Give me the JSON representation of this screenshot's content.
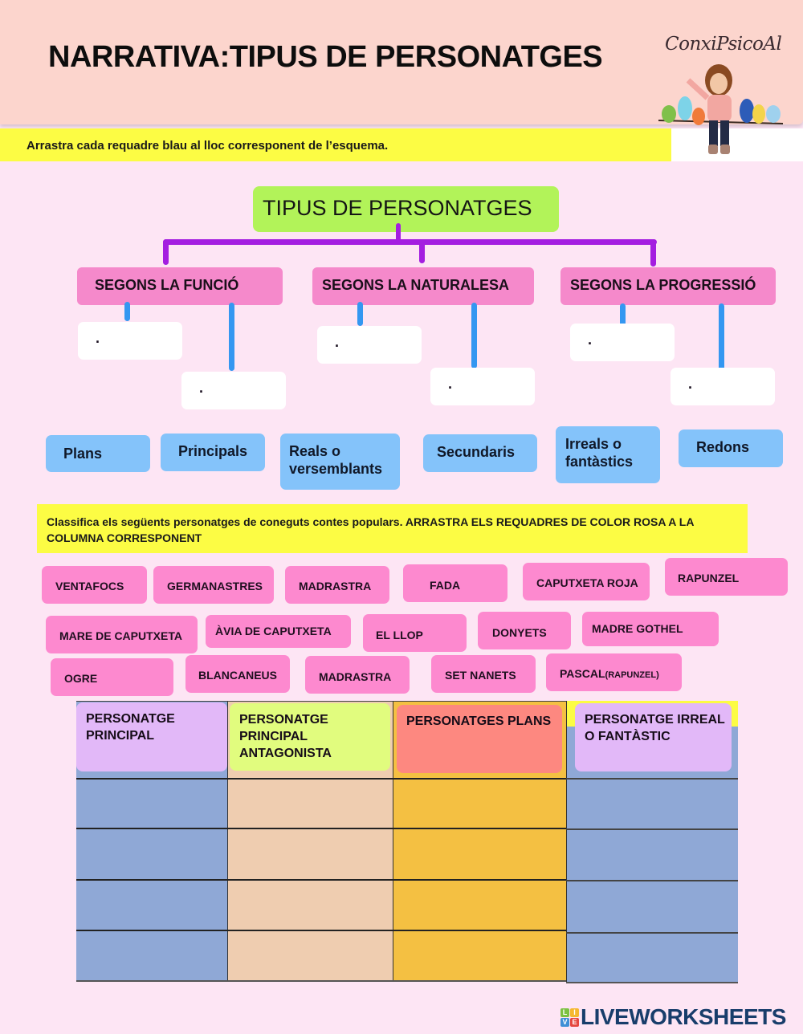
{
  "header": {
    "title": "NARRATIVA:TIPUS DE PERSONATGES",
    "signature": "ConxiPsicoAl",
    "instruction": "Arrastra cada requadre blau al lloc corresponent de l’esquema."
  },
  "mindmap": {
    "root": "TIPUS DE PERSONATGES",
    "categories": [
      {
        "label": "SEGONS LA FUNCIÓ",
        "slots": [
          ".",
          "."
        ]
      },
      {
        "label": "SEGONS LA NATURALESA",
        "slots": [
          ".",
          "."
        ]
      },
      {
        "label": "SEGONS LA PROGRESSIÓ",
        "slots": [
          ".",
          "."
        ]
      }
    ],
    "colors": {
      "root": "#b2f359",
      "category": "#f589cb",
      "purple_line": "#a41ee0",
      "blue_line": "#3497f1",
      "slot": "#ffffff"
    }
  },
  "blue_tiles": [
    {
      "label": "Plans"
    },
    {
      "label": "Principals"
    },
    {
      "label": "Reals o versemblants"
    },
    {
      "label": "Secundaris"
    },
    {
      "label": "Irreals o fantàstics"
    },
    {
      "label": "Redons"
    }
  ],
  "section2": {
    "instruction": "Classifica els següents personatges de coneguts contes populars. ARRASTRA ELS REQUADRES DE COLOR ROSA A LA COLUMNA CORRESPONENT"
  },
  "pink_tiles": [
    {
      "label": "VENTAFOCS"
    },
    {
      "label": "GERMANASTRES"
    },
    {
      "label": "MADRASTRA"
    },
    {
      "label": "FADA"
    },
    {
      "label": "CAPUTXETA ROJA"
    },
    {
      "label": "RAPUNZEL"
    },
    {
      "label": "MARE DE CAPUTXETA"
    },
    {
      "label": "ÀVIA DE CAPUTXETA"
    },
    {
      "label": "EL LLOP"
    },
    {
      "label": "DONYETS"
    },
    {
      "label": "MADRE GOTHEL"
    },
    {
      "label": "OGRE"
    },
    {
      "label": "BLANCANEUS"
    },
    {
      "label": "MADRASTRA"
    },
    {
      "label": "SET NANETS"
    },
    {
      "label": "PASCAL",
      "suffix": "(RAPUNZEL)"
    }
  ],
  "table": {
    "columns": [
      {
        "header": "PERSONATGE PRINCIPAL",
        "header_color": "#e2b8f8",
        "cell_color": "#8fa8d6"
      },
      {
        "header": "PERSONATGE PRINCIPAL ANTAGONISTA",
        "header_color": "#e1fc7e",
        "cell_color": "#efcdb0"
      },
      {
        "header": "PERSONATGES PLANS",
        "header_color": "#fd8880",
        "cell_color": "#f4c042"
      },
      {
        "header": "PERSONATGE IRREAL O FANTÀSTIC",
        "header_color": "#e2b8f8",
        "cell_color": "#8fa8d6"
      }
    ],
    "body_rows": 4
  },
  "footer": {
    "brand": "LIVEWORKSHEETS",
    "cubes": [
      "L",
      "I",
      "V",
      "E"
    ]
  }
}
